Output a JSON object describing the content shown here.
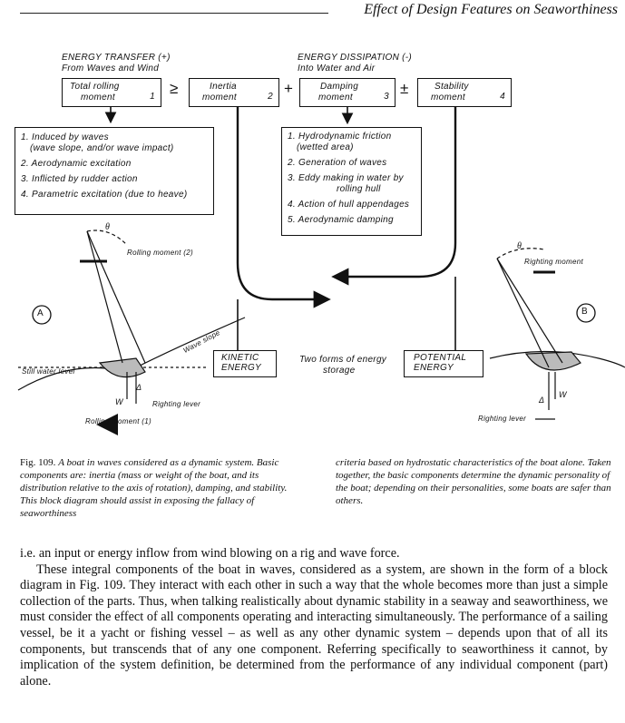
{
  "header": {
    "running_title": "Effect of Design Features on Seaworthiness"
  },
  "diagram": {
    "energy_transfer_title": "ENERGY TRANSFER (+)",
    "energy_transfer_sub": "From Waves and Wind",
    "energy_dissipation_title": "ENERGY DISSIPATION (-)",
    "energy_dissipation_sub": "Into Water and Air",
    "box1": {
      "line1": "Total rolling",
      "line2": "moment",
      "num": "1"
    },
    "op_ge": "≥",
    "box2": {
      "line1": "Inertia",
      "line2": "moment",
      "num": "2"
    },
    "op_plus": "+",
    "box3": {
      "line1": "Damping",
      "line2": "moment",
      "num": "3"
    },
    "op_pm": "±",
    "box4": {
      "line1": "Stability",
      "line2": "moment",
      "num": "4"
    },
    "inputs": [
      "1. Induced by waves",
      "(wave slope, and/or wave impact)",
      "2. Aerodynamic excitation",
      "3. Inflicted by rudder action",
      "4. Parametric excitation (due to heave)"
    ],
    "dissipation": [
      "1. Hydrodynamic friction",
      "(wetted area)",
      "2. Generation of waves",
      "3. Eddy making in water by",
      "rolling hull",
      "4. Action of hull appendages",
      "5. Aerodynamic damping"
    ],
    "kinetic": {
      "line1": "KINETIC",
      "line2": "ENERGY"
    },
    "potential": {
      "line1": "POTENTIAL",
      "line2": "ENERGY"
    },
    "two_forms": {
      "line1": "Two forms of energy",
      "line2": "storage"
    },
    "boat_a": {
      "marker": "A",
      "theta": "θ",
      "rolling_moment_2": "Rolling moment (2)",
      "wave_slope": "Wave slope",
      "still_water": "Still water level",
      "righting_lever": "Righting lever",
      "delta": "Δ",
      "w": "W",
      "rolling_moment_1": "Rolling moment (1)"
    },
    "boat_b": {
      "marker": "B",
      "theta": "θ",
      "righting_moment": "Righting moment",
      "righting_lever": "Righting lever",
      "delta": "Δ",
      "w": "W"
    }
  },
  "caption": {
    "fig_label": "Fig. 109.",
    "left": "A boat in waves considered as a dynamic system. Basic components are: inertia (mass or weight of the boat, and its distribution relative to the axis of rotation), damping, and stability. This block diagram should assist in exposing the fallacy of seaworthiness",
    "right": "criteria based on hydrostatic characteristics of the boat alone. Taken together, the basic components determine the dynamic personality of the boat; depending on their personalities, some boats are safer than others."
  },
  "body": {
    "p1": "i.e. an input or energy inflow from wind blowing on a rig and wave force.",
    "p2": "These integral components of the boat in waves, considered as a system, are shown in the form of a block diagram in Fig. 109. They interact with each other in such a way that the whole becomes more than just a simple collection of the parts. Thus, when talking realistically about dynamic stability in a seaway and seaworthiness, we must consider the effect of all components operating and interacting simultaneously. The performance of a sailing vessel, be it a yacht or fishing vessel – as well as any other dynamic system – depends upon that of all its components, but transcends that of any one component. Referring specifically to seaworthiness it cannot, by implication of the system definition, be determined from the performance of any individual component (part) alone."
  }
}
